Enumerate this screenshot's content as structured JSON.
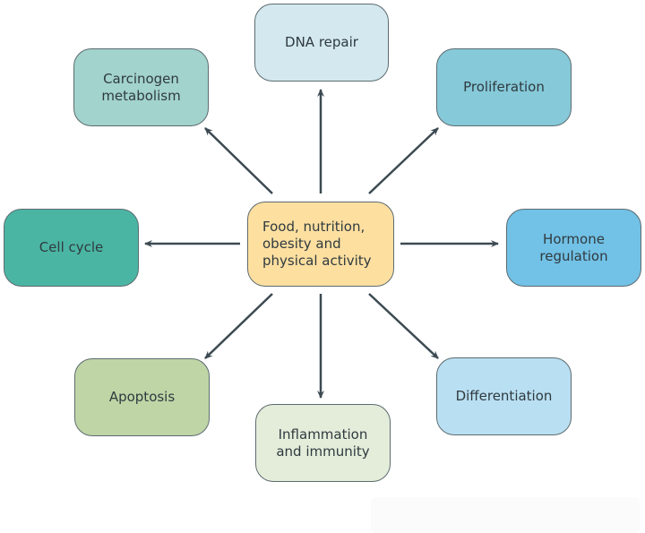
{
  "diagram": {
    "center": {
      "label": "Food, nutrition,\nobesity and\nphysical activity",
      "color": "#fddfa0"
    },
    "nodes": [
      {
        "id": "dna",
        "label": "DNA repair",
        "color": "#d3e8ef"
      },
      {
        "id": "carc",
        "label": "Carcinogen\nmetabolism",
        "color": "#a2d3cc"
      },
      {
        "id": "prol",
        "label": "Proliferation",
        "color": "#86c9d9"
      },
      {
        "id": "cell",
        "label": "Cell cycle",
        "color": "#4bb5a3"
      },
      {
        "id": "horm",
        "label": "Hormone\nregulation",
        "color": "#72c1e6"
      },
      {
        "id": "apop",
        "label": "Apoptosis",
        "color": "#bfd5a6"
      },
      {
        "id": "infl",
        "label": "Inflammation\nand immunity",
        "color": "#e4ecda"
      },
      {
        "id": "diff",
        "label": "Differentiation",
        "color": "#b9dff2"
      }
    ],
    "edges": [
      {
        "from": "center",
        "to": "dna"
      },
      {
        "from": "center",
        "to": "carc"
      },
      {
        "from": "center",
        "to": "prol"
      },
      {
        "from": "center",
        "to": "cell"
      },
      {
        "from": "center",
        "to": "horm"
      },
      {
        "from": "center",
        "to": "apop"
      },
      {
        "from": "center",
        "to": "infl"
      },
      {
        "from": "center",
        "to": "diff"
      }
    ],
    "arrow_color": "#3c4a52"
  }
}
